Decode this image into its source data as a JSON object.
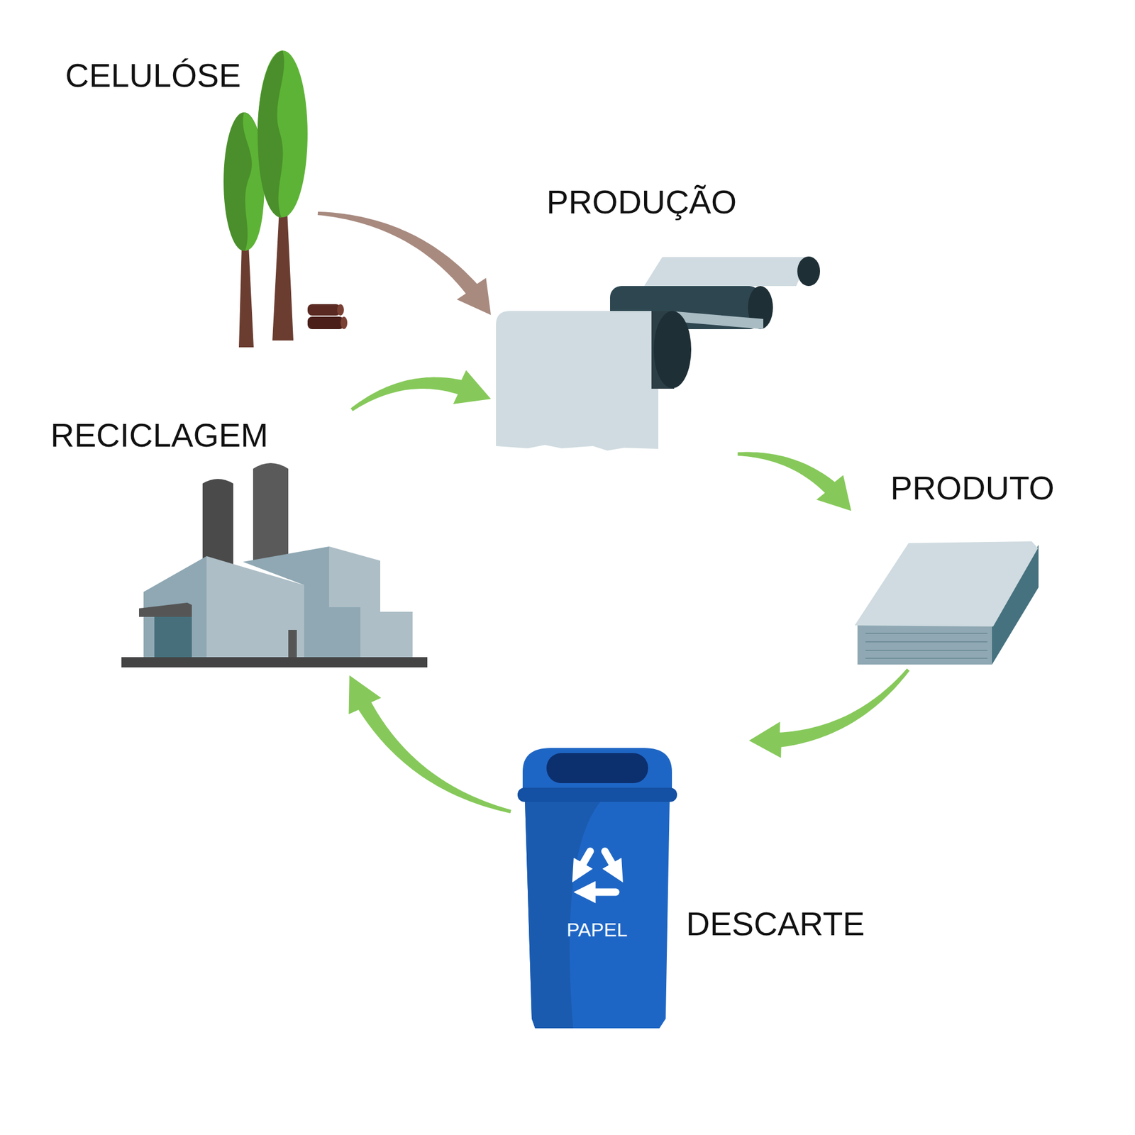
{
  "diagram": {
    "nodes": [
      {
        "text": [
          "CELULÓSE"
        ]
      },
      {
        "text": [
          "PRODUÇÃO"
        ]
      },
      {
        "text": [
          "PRODUTO"
        ]
      },
      {
        "text": [
          "DESCARTE",
          "PAPEL"
        ]
      },
      {
        "text": [
          "RECICLAGEM"
        ]
      }
    ],
    "edges": [
      {
        "from": 0,
        "to": 1,
        "arrow": "to"
      },
      {
        "from": 1,
        "to": 2,
        "arrow": "to"
      },
      {
        "from": 2,
        "to": 3,
        "arrow": "to"
      },
      {
        "from": 3,
        "to": 4,
        "arrow": "to"
      },
      {
        "from": 4,
        "to": 1,
        "arrow": "to"
      }
    ]
  }
}
